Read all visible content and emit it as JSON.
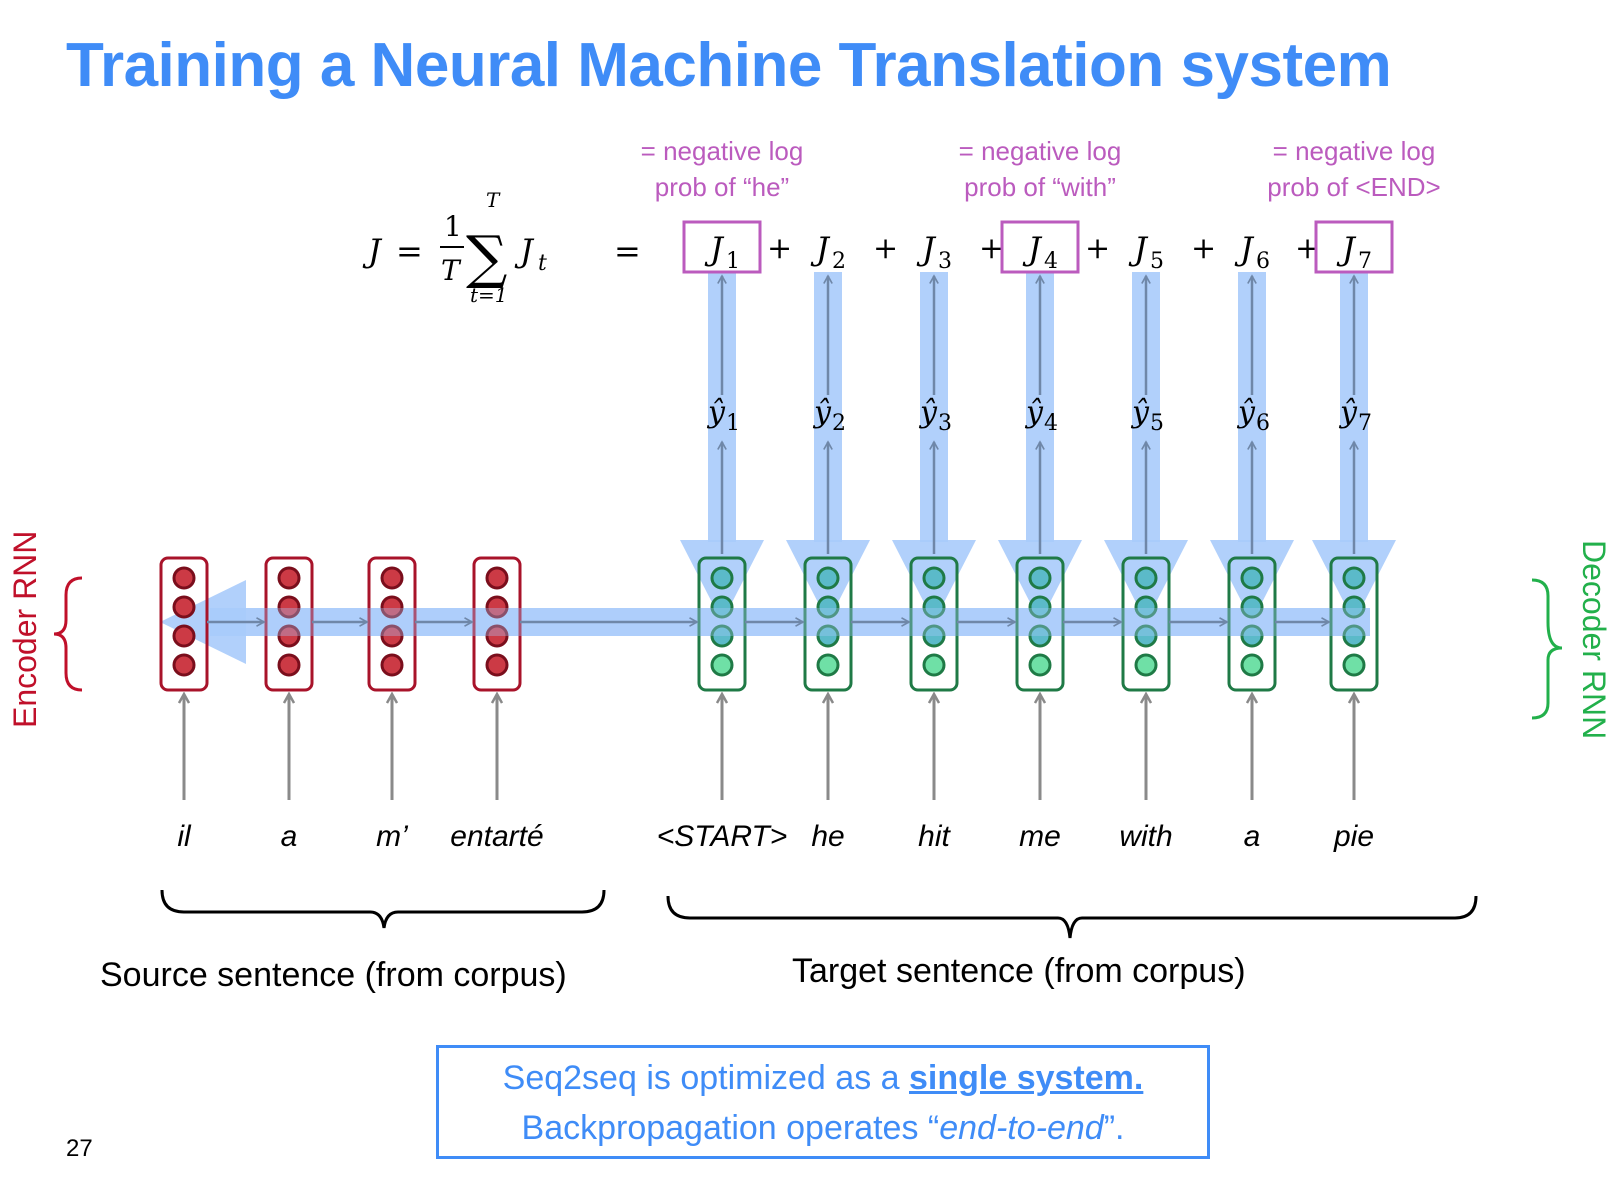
{
  "slide": {
    "title": "Training a Neural Machine Translation system",
    "slide_number": "27"
  },
  "colors": {
    "title": "#3f8cf7",
    "annotation": "#bb5bbe",
    "encoder": "#a8132a",
    "encoder_fill": "#cc3a45",
    "decoder": "#1f7a46",
    "decoder_fill": "#6fe0a6",
    "decoder_fill_overlap": "#5bbac9",
    "backprop": "#a9cbfb",
    "arrow": "#6f87a8",
    "input_arrow": "#8a8a8a",
    "decoder_label": "#22b04b",
    "encoder_label": "#c0102a"
  },
  "loss_formula": {
    "lhs": "J",
    "equals": "=",
    "frac_num": "1",
    "frac_den": "T",
    "sum_upper": "T",
    "sum_lower": "t=1",
    "summand": "J",
    "summand_sub": "t",
    "equals2": "="
  },
  "loss_terms": [
    {
      "symbol": "J",
      "sub": "1",
      "highlighted": true
    },
    {
      "symbol": "J",
      "sub": "2",
      "highlighted": false
    },
    {
      "symbol": "J",
      "sub": "3",
      "highlighted": false
    },
    {
      "symbol": "J",
      "sub": "4",
      "highlighted": true
    },
    {
      "symbol": "J",
      "sub": "5",
      "highlighted": false
    },
    {
      "symbol": "J",
      "sub": "6",
      "highlighted": false
    },
    {
      "symbol": "J",
      "sub": "7",
      "highlighted": true
    }
  ],
  "plus_sign": "+",
  "annotations": [
    {
      "line1": "= negative log",
      "line2": "prob of “he”",
      "term": 1
    },
    {
      "line1": "= negative log",
      "line2": "prob of “with”",
      "term": 4
    },
    {
      "line1": "= negative log",
      "line2": "prob of <END>",
      "term": 7
    }
  ],
  "predictions": [
    {
      "symbol": "ŷ",
      "sub": "1"
    },
    {
      "symbol": "ŷ",
      "sub": "2"
    },
    {
      "symbol": "ŷ",
      "sub": "3"
    },
    {
      "symbol": "ŷ",
      "sub": "4"
    },
    {
      "symbol": "ŷ",
      "sub": "5"
    },
    {
      "symbol": "ŷ",
      "sub": "6"
    },
    {
      "symbol": "ŷ",
      "sub": "7"
    }
  ],
  "encoder": {
    "label": "Encoder RNN",
    "source_words": [
      "il",
      "a",
      "m’",
      "entarté"
    ],
    "neurons_per_cell": 4
  },
  "decoder": {
    "label": "Decoder RNN",
    "target_words": [
      "<START>",
      "he",
      "hit",
      "me",
      "with",
      "a",
      "pie"
    ],
    "neurons_per_cell": 4
  },
  "captions": {
    "source": "Source sentence (from corpus)",
    "target": "Target sentence (from corpus)"
  },
  "callout": {
    "line1_prefix": "Seq2seq is optimized as a ",
    "line1_emphasis": "single system.",
    "line2_prefix": "Backpropagation operates “",
    "line2_emphasis": "end-to-end",
    "line2_suffix": "”."
  }
}
